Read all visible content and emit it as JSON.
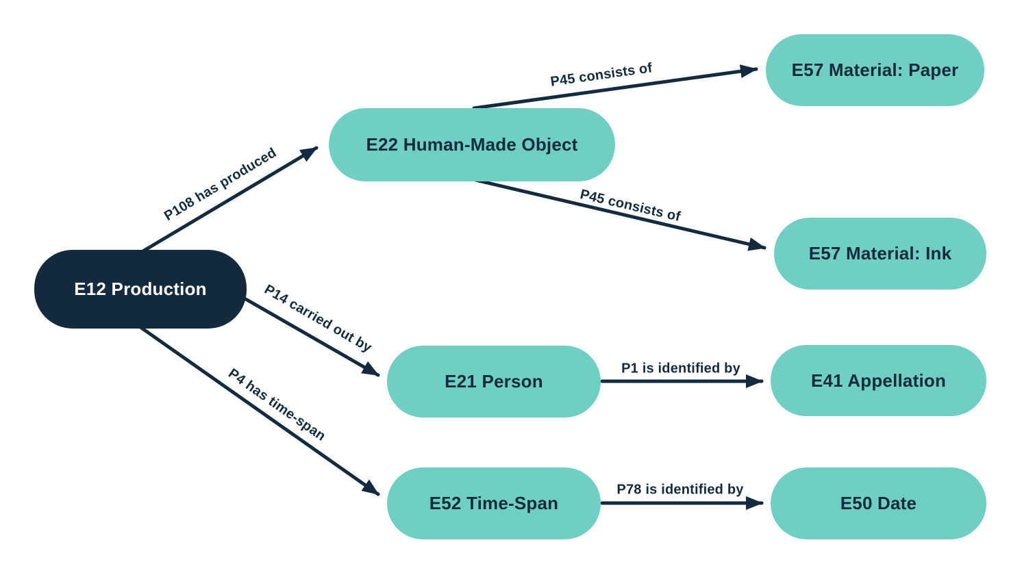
{
  "diagram": {
    "type": "entity-relationship-graph",
    "nodes": {
      "e12": {
        "label": "E12 Production",
        "style": "dark"
      },
      "e22": {
        "label": "E22 Human-Made Object",
        "style": "teal"
      },
      "e57_paper": {
        "label": "E57 Material: Paper",
        "style": "teal"
      },
      "e57_ink": {
        "label": "E57 Material: Ink",
        "style": "teal"
      },
      "e21": {
        "label": "E21 Person",
        "style": "teal"
      },
      "e41": {
        "label": "E41 Appellation",
        "style": "teal"
      },
      "e52": {
        "label": "E52 Time-Span",
        "style": "teal"
      },
      "e50": {
        "label": "E50 Date",
        "style": "teal"
      }
    },
    "edges": {
      "p108": {
        "label": "P108 has produced",
        "from": "E12 Production",
        "to": "E22 Human-Made Object"
      },
      "p45_paper": {
        "label": "P45 consists of",
        "from": "E22 Human-Made Object",
        "to": "E57 Material: Paper"
      },
      "p45_ink": {
        "label": "P45 consists of",
        "from": "E22 Human-Made Object",
        "to": "E57 Material: Ink"
      },
      "p14": {
        "label": "P14 carried out by",
        "from": "E12 Production",
        "to": "E21 Person"
      },
      "p1": {
        "label": "P1 is identified by",
        "from": "E21 Person",
        "to": "E41 Appellation"
      },
      "p4": {
        "label": "P4 has time-span",
        "from": "E12 Production",
        "to": "E52 Time-Span"
      },
      "p78": {
        "label": "P78 is identified by",
        "from": "E52 Time-Span",
        "to": "E50 Date"
      }
    },
    "colors": {
      "background": "#FFFFFF",
      "node_dark": "#142A3E",
      "node_teal": "#6FCFC2",
      "arrow": "#142A3E",
      "text_on_dark": "#FFFFFF",
      "text_on_teal": "#142A3E"
    }
  }
}
